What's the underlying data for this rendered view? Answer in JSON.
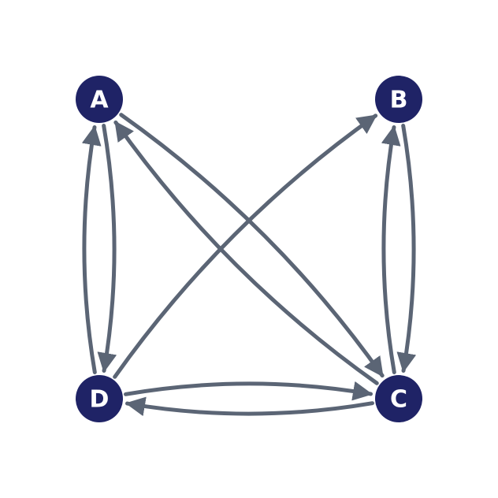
{
  "colors": {
    "node_fill": "#1f2366",
    "edge_stroke": "#5b6575",
    "label_text": "#ffffff",
    "background": "#ffffff"
  },
  "nodes": [
    {
      "id": "A",
      "label": "A"
    },
    {
      "id": "B",
      "label": "B"
    },
    {
      "id": "C",
      "label": "C"
    },
    {
      "id": "D",
      "label": "D"
    }
  ],
  "edges": [
    {
      "from": "A",
      "to": "D"
    },
    {
      "from": "D",
      "to": "A"
    },
    {
      "from": "A",
      "to": "C"
    },
    {
      "from": "C",
      "to": "A"
    },
    {
      "from": "B",
      "to": "C"
    },
    {
      "from": "C",
      "to": "B"
    },
    {
      "from": "D",
      "to": "B"
    },
    {
      "from": "C",
      "to": "D"
    },
    {
      "from": "D",
      "to": "C"
    }
  ]
}
